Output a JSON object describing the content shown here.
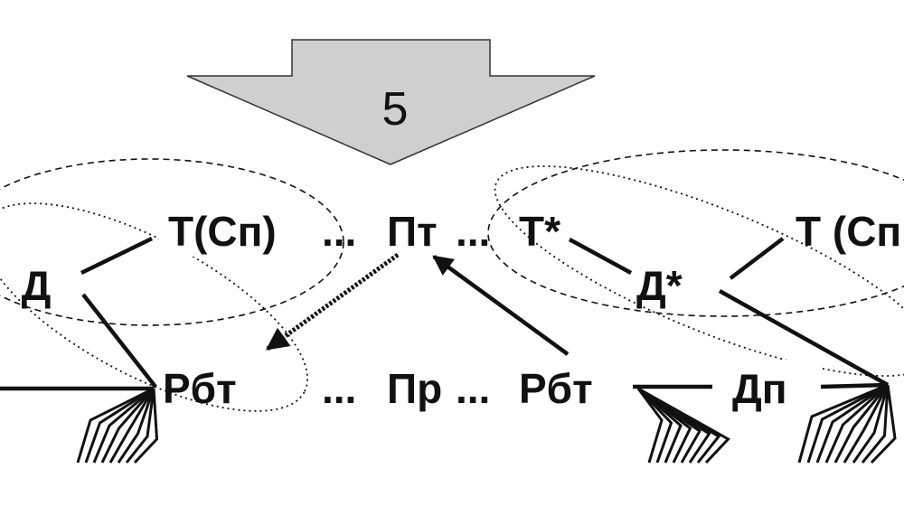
{
  "step_number": "5",
  "colors": {
    "arrow_fill": "#cfcfcf",
    "ink": "#111111",
    "background": "#ffffff"
  },
  "nodes": {
    "d_left": "Д",
    "t_sp_left": "Т(Сп)",
    "dots_1": "...",
    "pt": "Пт",
    "dots_2": "...",
    "t_star": "Т*",
    "d_star": "Д*",
    "t_sp_right": "Т (Сп",
    "rbt_left": "Рбт",
    "dots_3": "...",
    "pr": "Пр",
    "dots_4": "...",
    "rbt_right": "Рбт",
    "dp": "Дп"
  }
}
